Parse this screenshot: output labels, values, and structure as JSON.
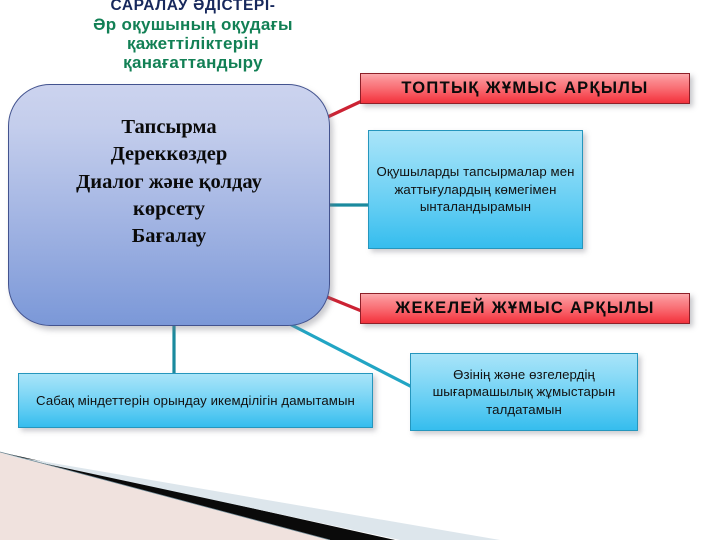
{
  "slide": {
    "title": {
      "heading": "САРАЛАУ  ӘДІСТЕРІ-",
      "subheading_line1": "Әр  оқушының  оқудағы",
      "subheading_line2": "қажеттіліктерін",
      "subheading_line3": "қанағаттандыру",
      "heading_color": "#17285c",
      "subheading_color": "#128055"
    },
    "central_node": {
      "lines": [
        "Тапсырма",
        "Дереккөздер",
        "Диалог  және қолдау",
        "көрсету",
        "Бағалау"
      ],
      "fill_top_color": "#ccd3ee",
      "fill_bottom_color": "#7b98d8",
      "border_color": "#43538f"
    },
    "banners": [
      {
        "id": "group-work",
        "label": "ТОПТЫҚ  ЖҰМЫС  АРҚЫЛЫ",
        "fill_color": "#f96d73",
        "border_color": "#8e1f28"
      },
      {
        "id": "individual-work",
        "label": "ЖЕКЕЛЕЙ  ЖҰМЫС  АРҚЫЛЫ",
        "fill_color": "#f96d73",
        "border_color": "#8e1f28"
      }
    ],
    "detail_boxes": [
      {
        "id": "motivate",
        "text": "Оқушыларды тапсырмалар  мен жаттығулардың көмегімен ынталандырамын",
        "fill_color": "#62cdf3",
        "border_color": "#2596bd"
      },
      {
        "id": "skills",
        "text": "Сабақ  міндеттерін  орындау  икемділігін дамытамын",
        "fill_color": "#62cdf3",
        "border_color": "#2596bd"
      },
      {
        "id": "analyze",
        "text": "Өзінің  және  өзгелердің шығармашылық жұмыстарын  талдатамын",
        "fill_color": "#62cdf3",
        "border_color": "#2596bd"
      }
    ],
    "connectors": [
      {
        "id": "to-group-banner",
        "color": "#cc2233",
        "style": "diagonal"
      },
      {
        "id": "to-motivate-box",
        "color": "#1a8a9e",
        "style": "horizontal"
      },
      {
        "id": "to-indiv-banner",
        "color": "#cc2233",
        "style": "diagonal"
      },
      {
        "id": "to-analyze-box",
        "color": "#22a5c4",
        "style": "diagonal"
      },
      {
        "id": "to-skills-box",
        "color": "#1a8a9e",
        "style": "vertical"
      }
    ],
    "decoration": {
      "band_pink_color": "#f0e2de",
      "band_black_color": "#0a0a0a",
      "band_blue_color": "#dde6ec"
    }
  }
}
